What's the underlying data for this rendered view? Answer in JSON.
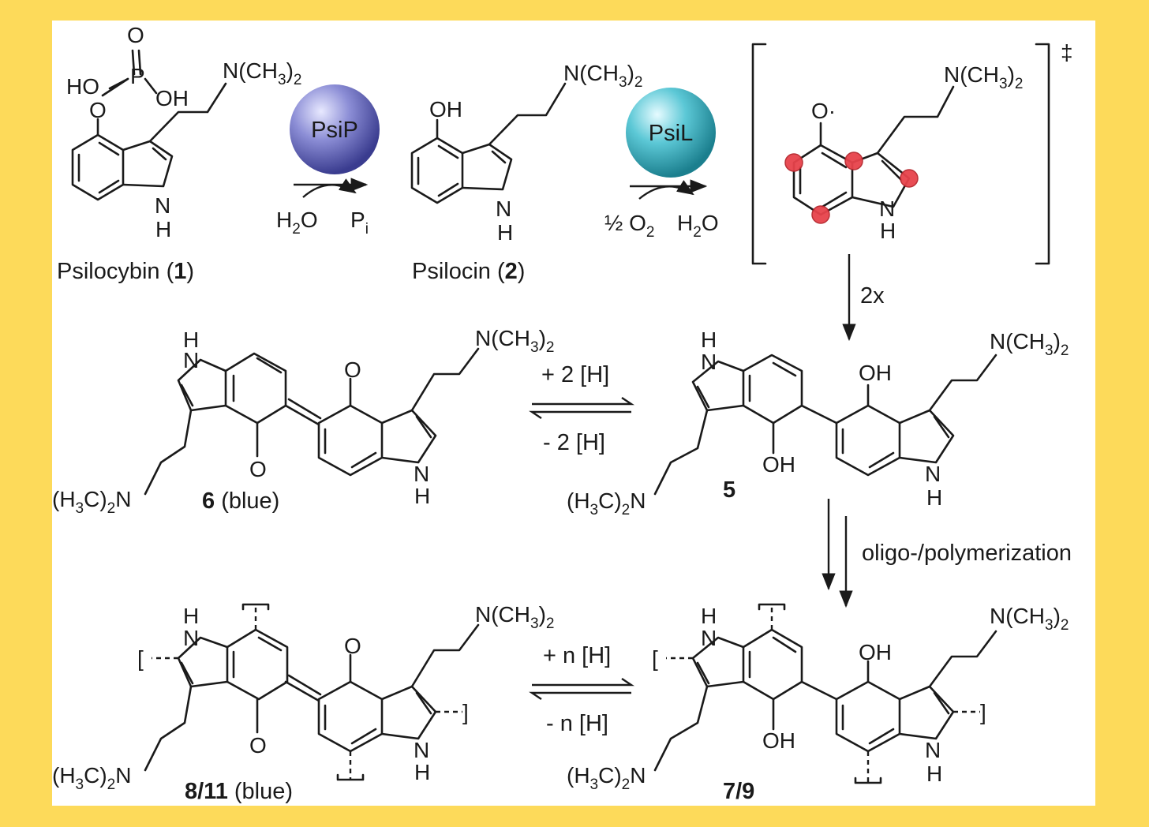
{
  "colors": {
    "frame": "#FDDA5A",
    "psip_sphere": "#6d6fc0",
    "psil_sphere": "#3fb6c6",
    "radical_marker": "#e7434b"
  },
  "compounds": {
    "psilocybin": {
      "name": "Psilocybin (",
      "num": "1",
      "close": ")"
    },
    "psilocin": {
      "name": "Psilocin (",
      "num": "2",
      "close": ")"
    },
    "c5": {
      "num": "5"
    },
    "c6": {
      "num": "6",
      "suffix": " (blue)"
    },
    "c79": {
      "num": "7/9"
    },
    "c811": {
      "num": "8/11",
      "suffix": " (blue)"
    }
  },
  "enzymes": {
    "psip": "PsiP",
    "psil": "PsiL"
  },
  "atoms": {
    "O": "O",
    "P": "P",
    "HO": "HO",
    "OH": "OH",
    "H": "H",
    "N": "N",
    "NMe2_head": "N(CH",
    "NMe2_sub": "3",
    "NMe2_tail": ")",
    "NMe2_sub2": "2",
    "Me2N_head": "(H",
    "Me2N_sub": "3",
    "Me2N_mid": "C)",
    "Me2N_sub2": "2",
    "Me2N_tail": "N",
    "radical_O": "O·"
  },
  "reagents": {
    "h2o_head": "H",
    "h2o_sub": "2",
    "h2o_tail": "O",
    "pi_head": "P",
    "pi_sub": "i",
    "half_o2_head": "½ O",
    "half_o2_sub": "2",
    "transition_mark": "‡",
    "dimerization": "2x",
    "plus_2h": "+ 2 [H]",
    "minus_2h": "- 2 [H]",
    "plus_nh": "+ n [H]",
    "minus_nh": "- n [H]",
    "polymerization": "oligo-/polymerization",
    "bracket_open": "[",
    "bracket_close": "]"
  }
}
